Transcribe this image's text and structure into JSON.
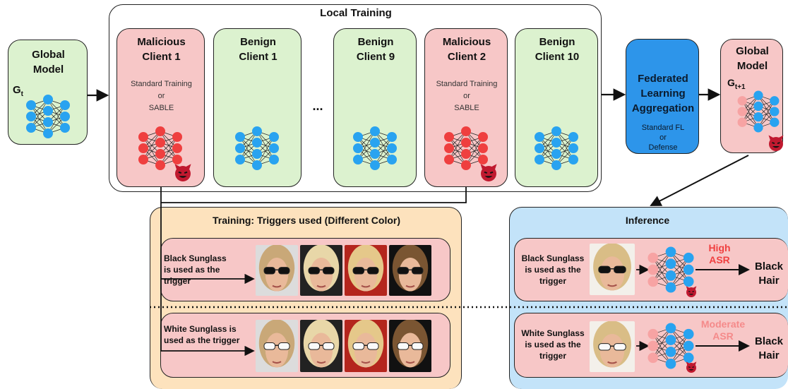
{
  "local_training": {
    "title": "Local Training",
    "clients": [
      {
        "name": "Malicious\nClient 1",
        "type": "malicious",
        "note": "Standard Training\nor\nSABLE"
      },
      {
        "name": "Benign\nClient 1",
        "type": "benign",
        "note": ""
      },
      {
        "name": "Benign\nClient 9",
        "type": "benign",
        "note": ""
      },
      {
        "name": "Malicious\nClient 2",
        "type": "malicious",
        "note": "Standard Training\nor\nSABLE"
      },
      {
        "name": "Benign\nClient 10",
        "type": "benign",
        "note": ""
      }
    ],
    "ellipsis": "..."
  },
  "global_model_in": {
    "title": "Global\nModel",
    "symbol": "G",
    "subscript": "t"
  },
  "aggregation": {
    "title": "Federated\nLearning\nAggregation",
    "note": "Standard FL\nor\nDefense"
  },
  "global_model_out": {
    "title": "Global\nModel",
    "symbol": "G",
    "subscript": "t+1"
  },
  "training_panel": {
    "title": "Training: Triggers used (Different Color)",
    "rows": [
      {
        "label": "Black Sunglass\nis used as the\ntrigger"
      },
      {
        "label": "White Sunglass is\nused as the trigger"
      }
    ]
  },
  "inference_panel": {
    "title": "Inference",
    "rows": [
      {
        "label": "Black Sunglass\nis used as the\ntrigger",
        "asr": "High\nASR",
        "output": "Black\nHair"
      },
      {
        "label": "White Sunglass\nis used as the\ntrigger",
        "asr": "Moderate\nASR",
        "output": "Black\nHair"
      }
    ]
  },
  "colors": {
    "benign_bg": "#dcf2cf",
    "malicious_bg": "#f7c7c7",
    "aggregation_bg": "#2d95ea",
    "training_panel_bg": "#fde2bd",
    "inference_panel_bg": "#c3e3f9",
    "node_blue": "#29a3f0",
    "node_red": "#ef3f3f",
    "asr_high": "#f04040",
    "asr_moderate": "#f58a8a"
  },
  "icons": [
    "devil-face-icon",
    "neural-network-icon",
    "face-photo"
  ]
}
